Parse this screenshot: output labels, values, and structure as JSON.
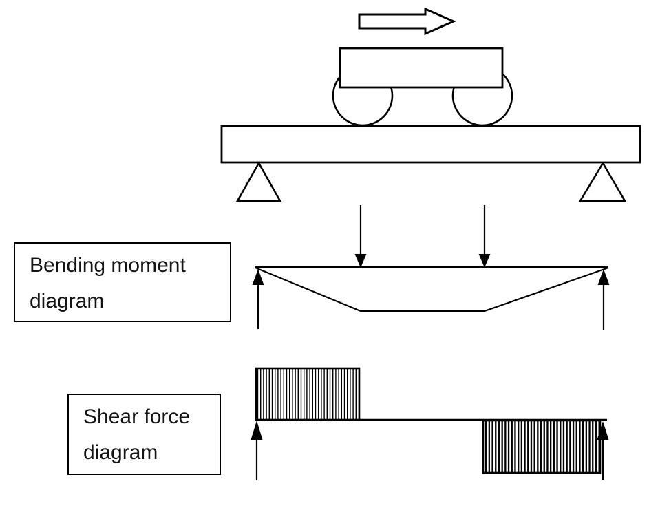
{
  "page": {
    "background_color": "#ffffff",
    "ink_color": "#000000"
  },
  "labels": {
    "bending_moment": {
      "line1": "Bending moment",
      "line2": "diagram"
    },
    "shear_force": {
      "line1": "Shear force",
      "line2": "diagram"
    }
  },
  "icons": {
    "motion_arrow": "right-block-arrow",
    "wheel_load_arrow": "down-arrow",
    "reaction_arrow": "up-arrow"
  }
}
